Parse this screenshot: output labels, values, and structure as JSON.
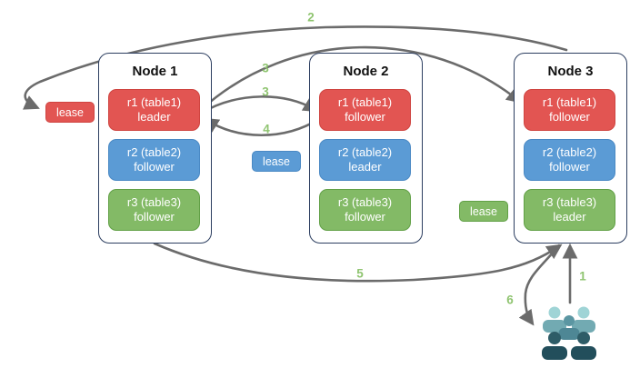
{
  "diagram": {
    "title": "replica-lease-diagram",
    "nodes": [
      {
        "title": "Node 1",
        "replicas": [
          {
            "line1": "r1 (table1)",
            "line2": "leader",
            "color": "red"
          },
          {
            "line1": "r2 (table2)",
            "line2": "follower",
            "color": "blue"
          },
          {
            "line1": "r3 (table3)",
            "line2": "follower",
            "color": "green"
          }
        ]
      },
      {
        "title": "Node 2",
        "replicas": [
          {
            "line1": "r1 (table1)",
            "line2": "follower",
            "color": "red"
          },
          {
            "line1": "r2 (table2)",
            "line2": "leader",
            "color": "blue"
          },
          {
            "line1": "r3 (table3)",
            "line2": "follower",
            "color": "green"
          }
        ]
      },
      {
        "title": "Node 3",
        "replicas": [
          {
            "line1": "r1 (table1)",
            "line2": "follower",
            "color": "red"
          },
          {
            "line1": "r2 (table2)",
            "line2": "follower",
            "color": "blue"
          },
          {
            "line1": "r3 (table3)",
            "line2": "leader",
            "color": "green"
          }
        ]
      }
    ],
    "leases": [
      {
        "label": "lease",
        "color": "red"
      },
      {
        "label": "lease",
        "color": "blue"
      },
      {
        "label": "lease",
        "color": "green"
      }
    ],
    "steps": [
      {
        "label": "2"
      },
      {
        "label": "3"
      },
      {
        "label": "3"
      },
      {
        "label": "4"
      },
      {
        "label": "5"
      },
      {
        "label": "1"
      },
      {
        "label": "6"
      }
    ],
    "icons": {
      "users": "users-group-icon"
    },
    "colors": {
      "red_fill": "#e25552",
      "red_border": "#cf4440",
      "blue_fill": "#5b9bd5",
      "blue_border": "#4a89c4",
      "green_fill": "#83ba66",
      "green_border": "#61a046",
      "node_border": "#2c3e60",
      "arrow": "#6b6b6b",
      "step_label": "#8fc470",
      "users_light_head": "#9fd4d6",
      "users_light_body": "#72aab2",
      "users_mid_head": "#5b96a2",
      "users_mid_body": "#4e8795",
      "users_dark_head": "#2e5c67",
      "users_dark_body": "#224e5b"
    }
  }
}
